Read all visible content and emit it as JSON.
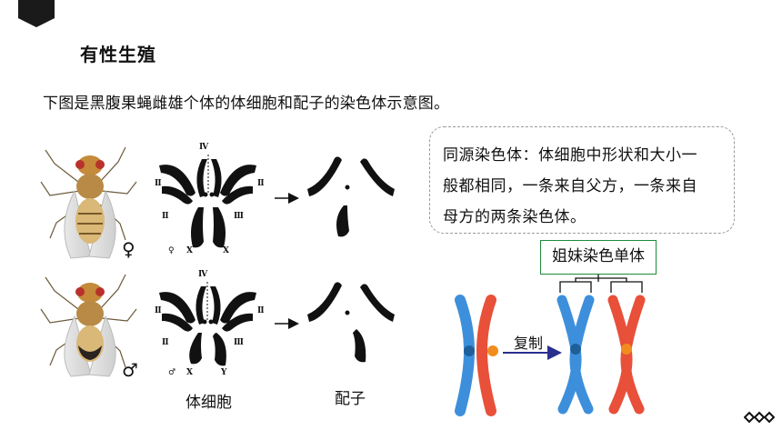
{
  "title": "有性生殖",
  "intro": "下图是黑腹果蝇雌雄个体的体细胞和配子的染色体示意图。",
  "callout": {
    "line1": "同源染色体：体细胞中形状和大小一",
    "line2": "般都相同，一条来自父方，一条来自",
    "line3": "母方的两条染色体。"
  },
  "sister_label": "姐妹染色单体",
  "replicate_label": "复制",
  "caption_somatic": "体细胞",
  "caption_gamete": "配子",
  "female_symbol": "♀",
  "male_symbol": "♂",
  "roman": {
    "ii": "Ⅱ",
    "iii": "Ⅲ",
    "iv": "Ⅳ"
  },
  "female_karyotype": {
    "sex_symbol": "♀",
    "x1": "X",
    "x2": "X"
  },
  "male_karyotype": {
    "sex_symbol": "♂",
    "x": "X",
    "y": "Y"
  },
  "colors": {
    "accent_green": "#1f8a3b",
    "blue": "#3d8fdb",
    "red": "#e8503a",
    "orange": "#f28c1e",
    "arrow": "#2a2f8f"
  }
}
